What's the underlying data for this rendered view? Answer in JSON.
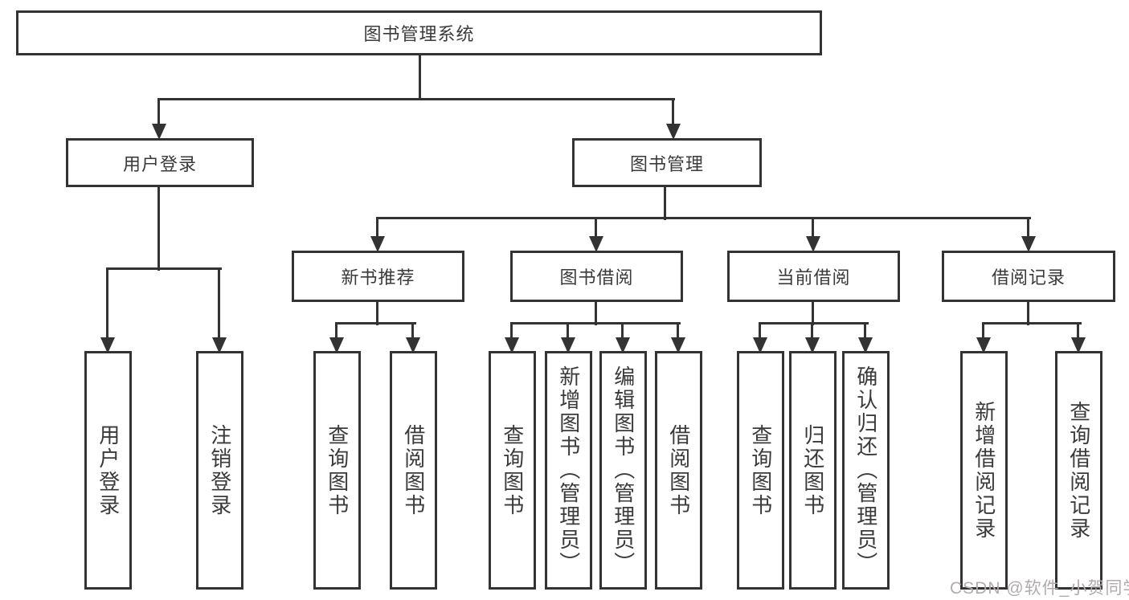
{
  "tree": {
    "root": {
      "label": "图书管理系统",
      "children": [
        {
          "label": "用户登录",
          "children": [
            {
              "label": "用户登录"
            },
            {
              "label": "注销登录"
            }
          ]
        },
        {
          "label": "图书管理",
          "children": [
            {
              "label": "新书推荐",
              "children": [
                {
                  "label": "查询图书"
                },
                {
                  "label": "借阅图书"
                }
              ]
            },
            {
              "label": "图书借阅",
              "children": [
                {
                  "label": "查询图书"
                },
                {
                  "label": "新增图书（管理员）"
                },
                {
                  "label": "编辑图书（管理员）"
                },
                {
                  "label": "借阅图书"
                }
              ]
            },
            {
              "label": "当前借阅",
              "children": [
                {
                  "label": "查询图书"
                },
                {
                  "label": "归还图书"
                },
                {
                  "label": "确认归还（管理员）"
                }
              ]
            },
            {
              "label": "借阅记录",
              "children": [
                {
                  "label": "新增借阅记录"
                },
                {
                  "label": "查询借阅记录"
                }
              ]
            }
          ]
        }
      ]
    }
  },
  "watermark": {
    "text": "CSDN @软件_小贺同学"
  },
  "colors": {
    "line": "#333333",
    "text": "#3a3a3a",
    "box_background": "#ffffff",
    "page_background": "#ffffff",
    "watermark": "#b3abab"
  }
}
